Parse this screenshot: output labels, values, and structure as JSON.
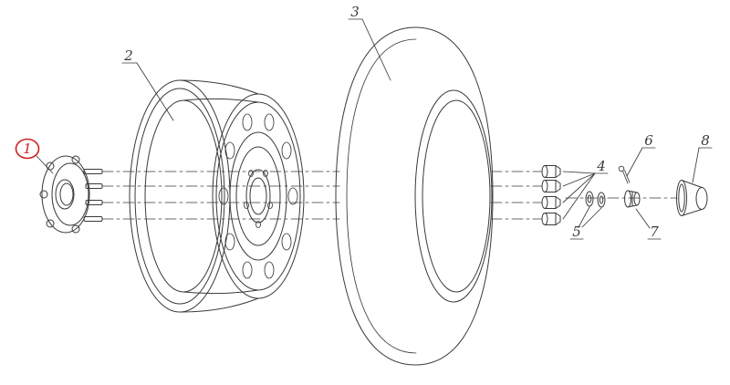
{
  "diagram": {
    "kind": "exploded-parts-drawing",
    "subject": "wheel-assembly",
    "colors": {
      "line": "#3a3a3a",
      "highlight": "#cc2020",
      "background": "#ffffff"
    },
    "callouts": [
      {
        "num": "1",
        "part": "wheel-hub",
        "highlighted": true
      },
      {
        "num": "2",
        "part": "wheel-rim",
        "highlighted": false
      },
      {
        "num": "3",
        "part": "tire",
        "highlighted": false
      },
      {
        "num": "4",
        "part": "lug-nuts",
        "highlighted": false
      },
      {
        "num": "5",
        "part": "washers",
        "highlighted": false
      },
      {
        "num": "6",
        "part": "cotter-pin",
        "highlighted": false
      },
      {
        "num": "7",
        "part": "castle-nut",
        "highlighted": false
      },
      {
        "num": "8",
        "part": "hub-cap",
        "highlighted": false
      }
    ]
  }
}
